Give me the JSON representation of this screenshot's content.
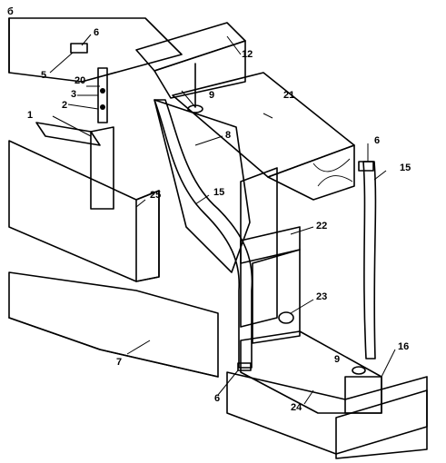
{
  "figure": {
    "panel_letter": "б",
    "callouts": [
      "1",
      "2",
      "3",
      "5",
      "6",
      "7",
      "8",
      "9",
      "12",
      "15",
      "16",
      "20",
      "21",
      "22",
      "23",
      "24",
      "25"
    ]
  }
}
